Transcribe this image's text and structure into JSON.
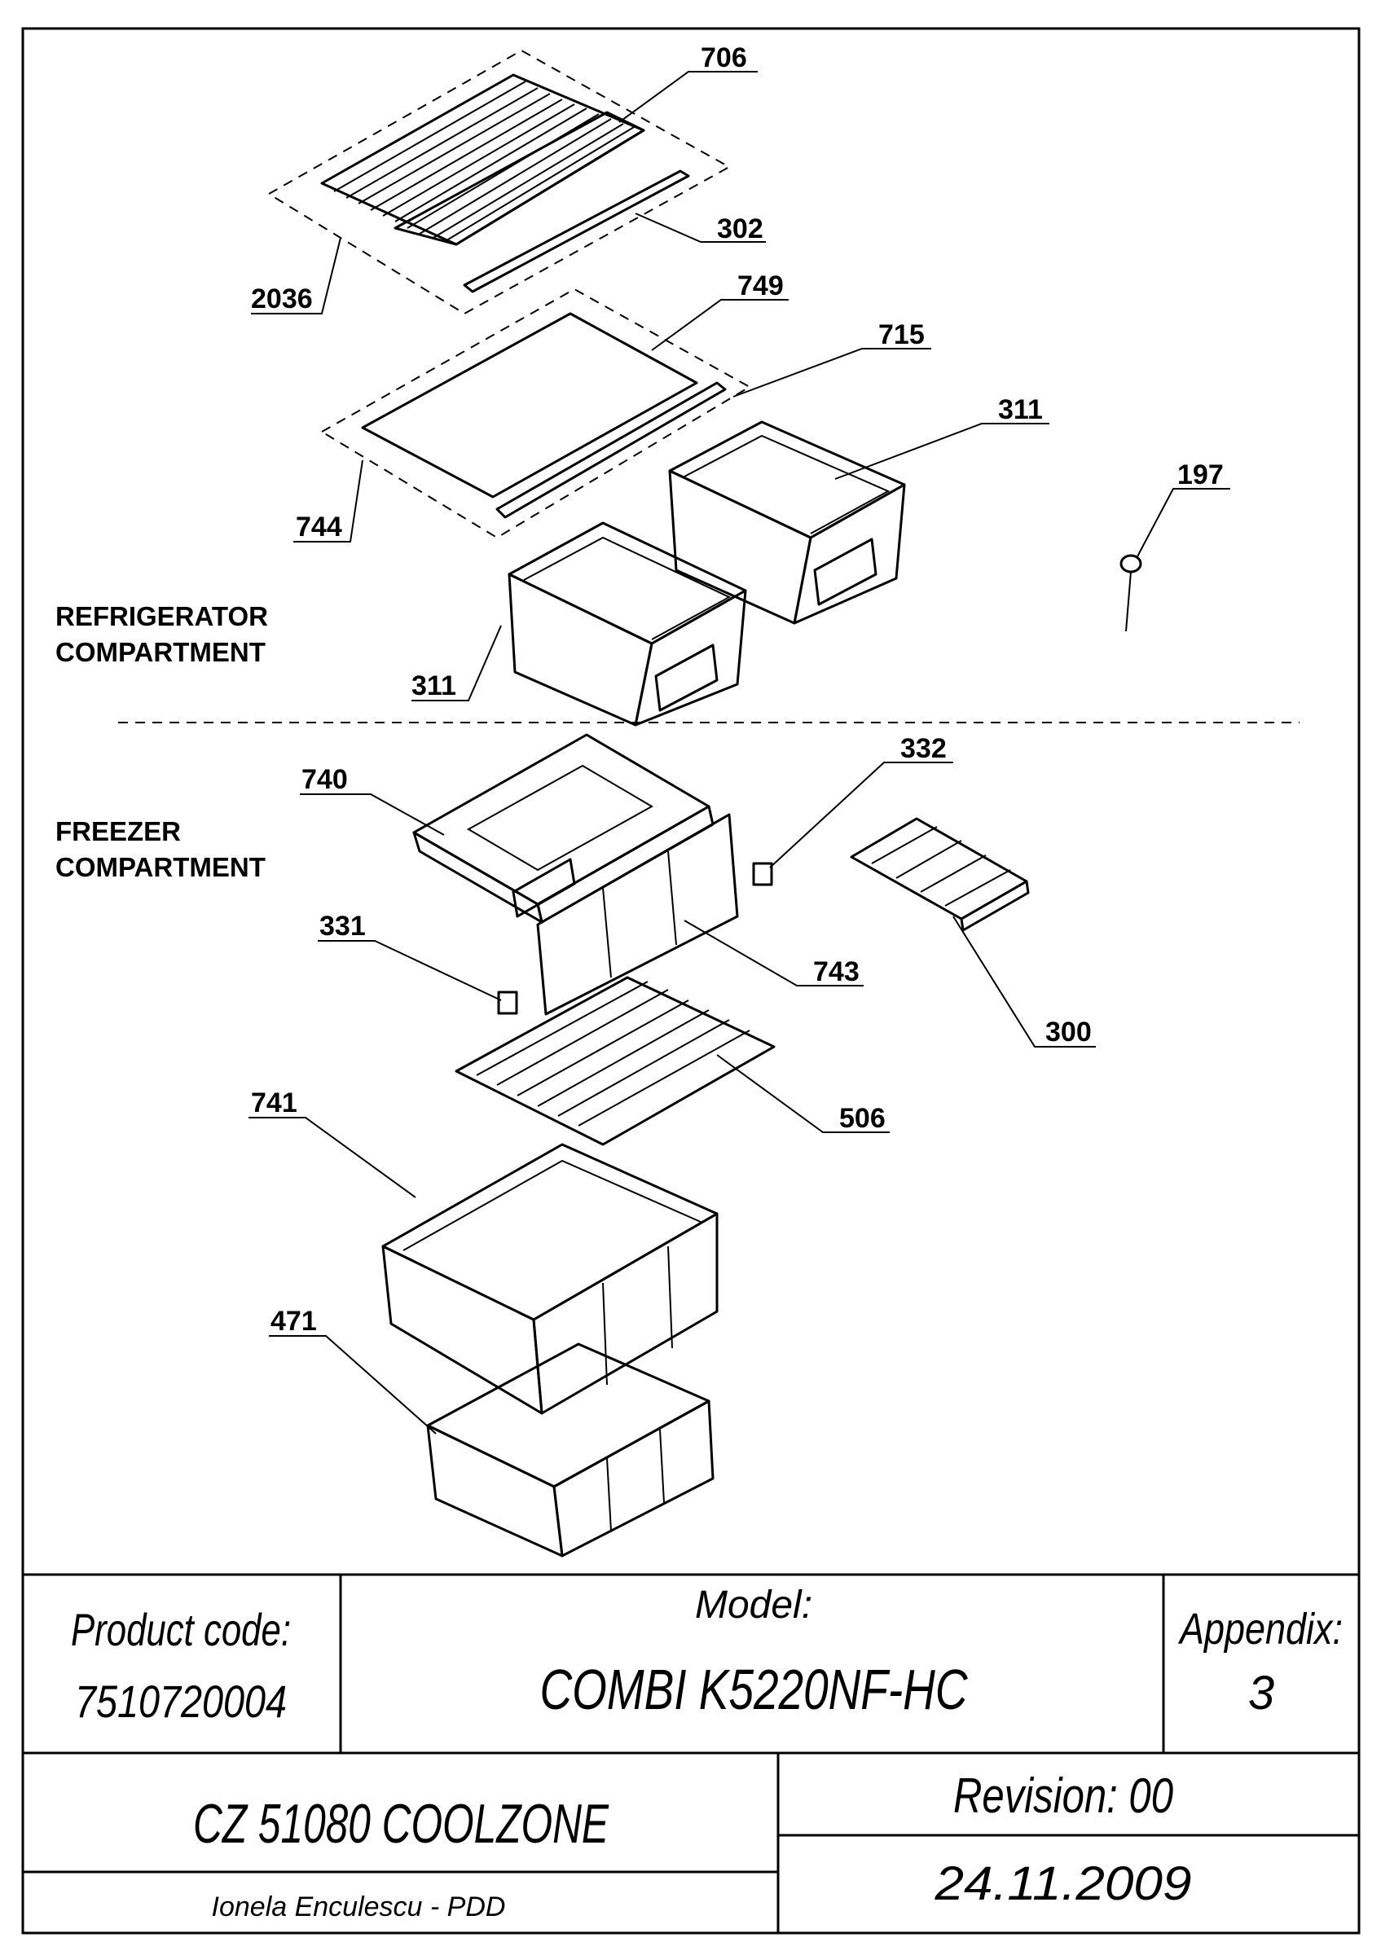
{
  "diagram": {
    "part_labels": {
      "p706": "706",
      "p302": "302",
      "p2036": "2036",
      "p749": "749",
      "p715": "715",
      "p744": "744",
      "p311a": "311",
      "p311b": "311",
      "p197": "197",
      "p740": "740",
      "p332": "332",
      "p331": "331",
      "p743": "743",
      "p300": "300",
      "p741": "741",
      "p506": "506",
      "p471": "471"
    },
    "sections": {
      "refrigerator_line1": "REFRIGERATOR",
      "refrigerator_line2": "COMPARTMENT",
      "freezer_line1": "FREEZER",
      "freezer_line2": "COMPARTMENT"
    }
  },
  "title_block": {
    "product_code_label": "Product code:",
    "product_code_value": "7510720004",
    "model_label": "Model:",
    "model_value": "COMBI K5220NF-HC",
    "appendix_label": "Appendix:",
    "appendix_value": "3",
    "name": "CZ 51080 COOLZONE",
    "revision": "Revision: 00",
    "author": "Ionela Enculescu - PDD",
    "date": "24.11.2009"
  }
}
